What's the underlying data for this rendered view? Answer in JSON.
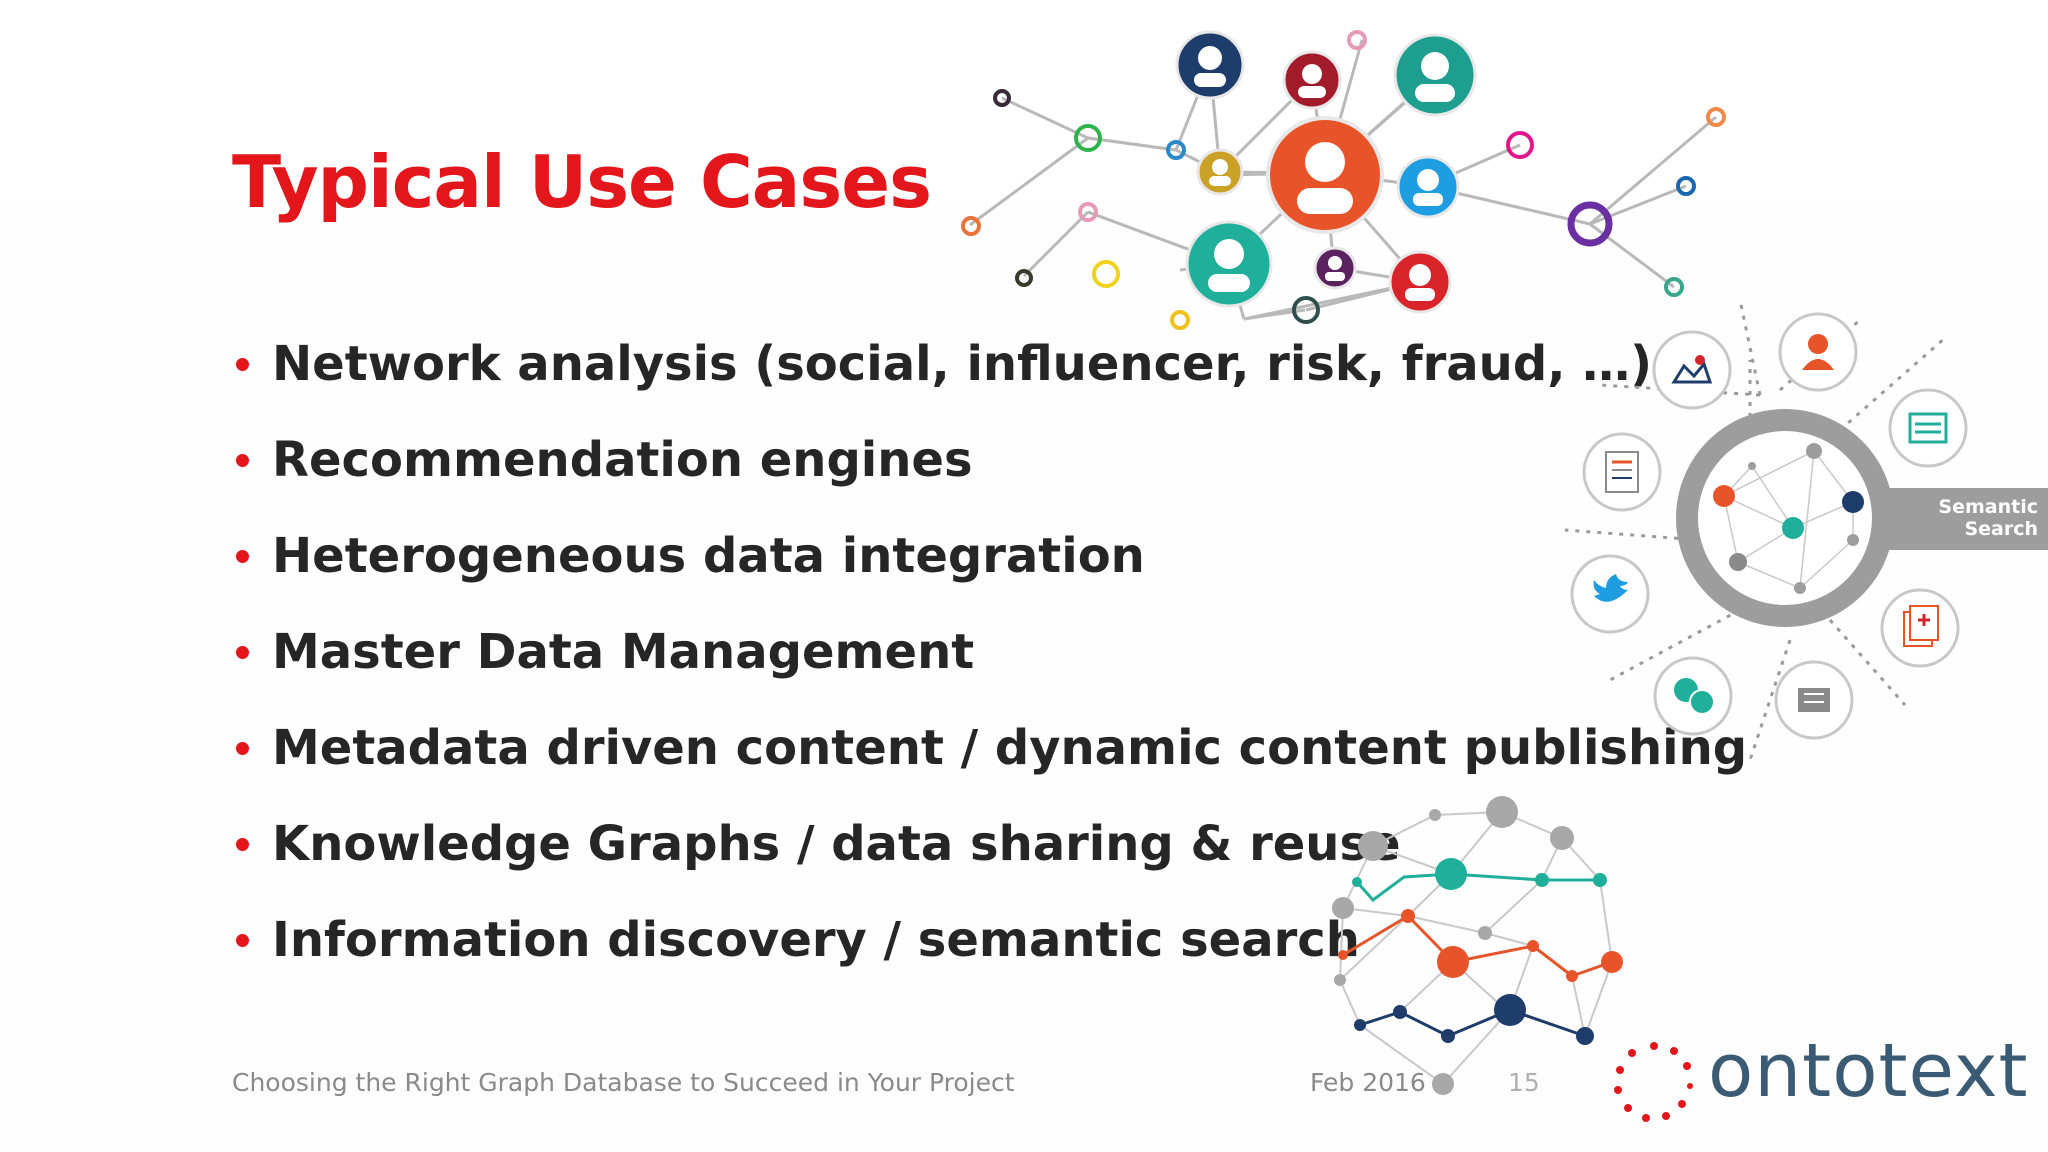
{
  "slide": {
    "title": "Typical Use Cases",
    "bullets": [
      "Network analysis (social, influencer, risk, fraud, …)",
      "Recommendation engines",
      "Heterogeneous data integration",
      "Master Data Management",
      "Metadata driven content / dynamic content publishing",
      "Knowledge Graphs / data sharing & reuse",
      "Information discovery / semantic search"
    ],
    "footer": {
      "presentation_title": "Choosing the Right Graph Database to Succeed in Your Project",
      "date": "Feb 2016",
      "page_number": "15"
    },
    "semantic_search_label": [
      "Semantic",
      "Search"
    ],
    "logo": "ontotext",
    "illustrations": {
      "top": "social-network-people-icons",
      "right": "semantic-search-magnifier",
      "bottom": "knowledge-graph-sphere"
    },
    "colors": {
      "title": "#e3161c",
      "bullet": "#e3161c",
      "text": "#262626",
      "footer": "#8a8a8a",
      "logo": "#3b5a73",
      "logo_dots": "#e3161c"
    }
  }
}
